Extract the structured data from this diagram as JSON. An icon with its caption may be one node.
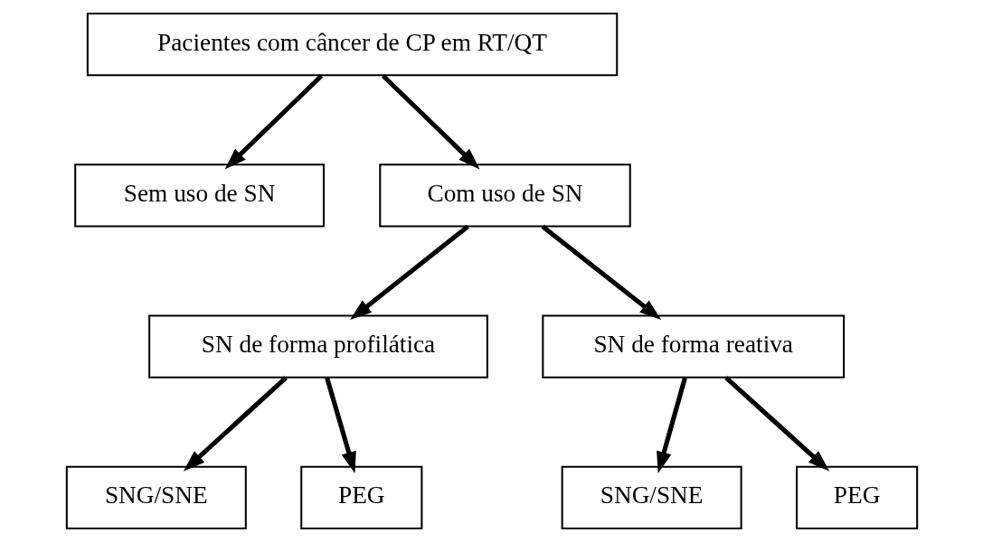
{
  "diagram": {
    "nodes": [
      {
        "text": [
          "Pacientes com câncer de CP em RT/QT"
        ]
      },
      {
        "text": [
          "Sem uso de SN"
        ]
      },
      {
        "text": [
          "Com uso de SN"
        ]
      },
      {
        "text": [
          "SN de forma profilática"
        ]
      },
      {
        "text": [
          "SN de forma reativa"
        ]
      },
      {
        "text": [
          "SNG/SNE"
        ]
      },
      {
        "text": [
          "PEG"
        ]
      },
      {
        "text": [
          "SNG/SNE"
        ]
      },
      {
        "text": [
          "PEG"
        ]
      }
    ],
    "edges": [
      {
        "from": 0,
        "to": 1,
        "arrow": "to"
      },
      {
        "from": 0,
        "to": 2,
        "arrow": "to"
      },
      {
        "from": 2,
        "to": 3,
        "arrow": "to"
      },
      {
        "from": 2,
        "to": 4,
        "arrow": "to"
      },
      {
        "from": 3,
        "to": 5,
        "arrow": "to"
      },
      {
        "from": 3,
        "to": 6,
        "arrow": "to"
      },
      {
        "from": 4,
        "to": 7,
        "arrow": "to"
      },
      {
        "from": 4,
        "to": 8,
        "arrow": "to"
      }
    ]
  }
}
